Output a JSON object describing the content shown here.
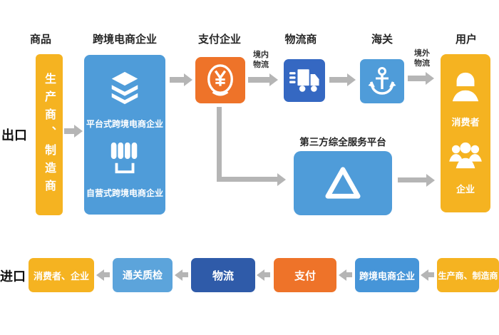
{
  "colors": {
    "yellow": "#F5B321",
    "orange": "#EE7329",
    "blue": "#4F9CD9",
    "truck_blue": "#3568C2",
    "navy_blue": "#2F5BA9",
    "light_blue": "#5CA4DB",
    "mid_blue": "#4695D8",
    "arrow_gray": "#B5B5B5"
  },
  "column_headers": [
    "商品",
    "跨境电商企业",
    "支付企业",
    "物流商",
    "海关",
    "用户"
  ],
  "export_flow": {
    "side_label": "出口",
    "producer": "生产商、制造商",
    "platform_ecommerce": "平台式跨境电商企业",
    "self_operated_ecommerce": "自营式跨境电商企业",
    "domestic_logistics_line1": "境内",
    "domestic_logistics_line2": "物流",
    "overseas_logistics_line1": "境外",
    "overseas_logistics_line2": "物流",
    "consumer_label": "消费者",
    "enterprise_label": "企业",
    "platform_title": "第三方综全服务平台"
  },
  "import_flow": {
    "side_label": "进口",
    "steps": [
      "消费者、企业",
      "通关质检",
      "物流",
      "支付",
      "跨境电商企业",
      "生产商、制造商"
    ]
  }
}
